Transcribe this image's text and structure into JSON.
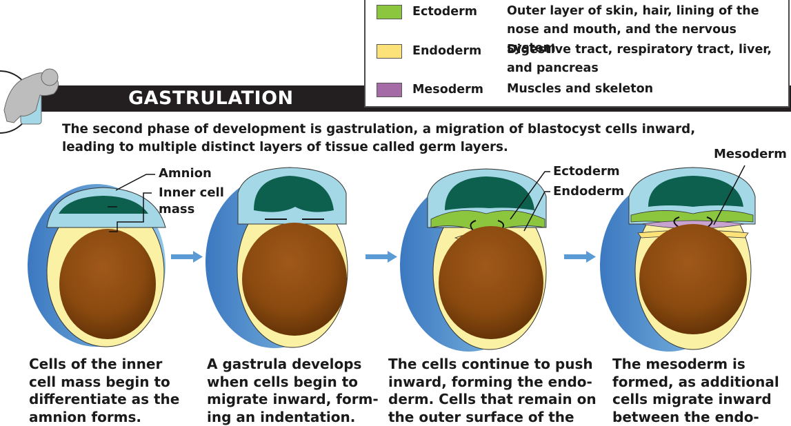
{
  "title": "GASTRULATION",
  "intro": "The second phase of development is gastrulation, a migration of blastocyst cells inward, leading to multiple distinct layers of tissue called germ layers.",
  "legend": [
    {
      "name": "Ectoderm",
      "desc_1": "Outer layer of skin, hair, lining of the",
      "desc_2": "nose and mouth, and the nervous system",
      "color": "#8cc63f"
    },
    {
      "name": "Endoderm",
      "desc_1": "Digestive tract, respiratory tract, liver,",
      "desc_2": "and pancreas",
      "color": "#fde27a"
    },
    {
      "name": "Mesoderm",
      "desc_1": "Muscles and skeleton",
      "desc_2": "",
      "color": "#a56ba6"
    }
  ],
  "labels": {
    "amnion": "Amnion",
    "inner_cell": "Inner cell",
    "mass": "mass",
    "ectoderm": "Ectoderm",
    "endoderm": "Endoderm",
    "mesoderm": "Mesoderm"
  },
  "captions": [
    [
      "Cells of the inner",
      "cell mass begin to",
      "differentiate as the",
      "amnion forms."
    ],
    [
      "A gastrula develops",
      "when cells begin to",
      "migrate inward, form-",
      "ing an indentation."
    ],
    [
      "The cells continue to push",
      "inward, forming the endo-",
      "derm. Cells that remain on",
      "the outer surface of the"
    ],
    [
      "The mesoderm is",
      "formed, as additional",
      "cells migrate inward",
      "between the endo-"
    ]
  ],
  "colors": {
    "outer_blue": "#4f8fd0",
    "light_blue": "#a5d8e6",
    "dark_green": "#0d5f4e",
    "yolk_cream": "#fbf1a4",
    "yolk_brown": "#8a4a0f",
    "arrow_blue": "#5a9bd5"
  },
  "icons": [
    "baby-crawling-icon",
    "right-arrow-icon"
  ]
}
